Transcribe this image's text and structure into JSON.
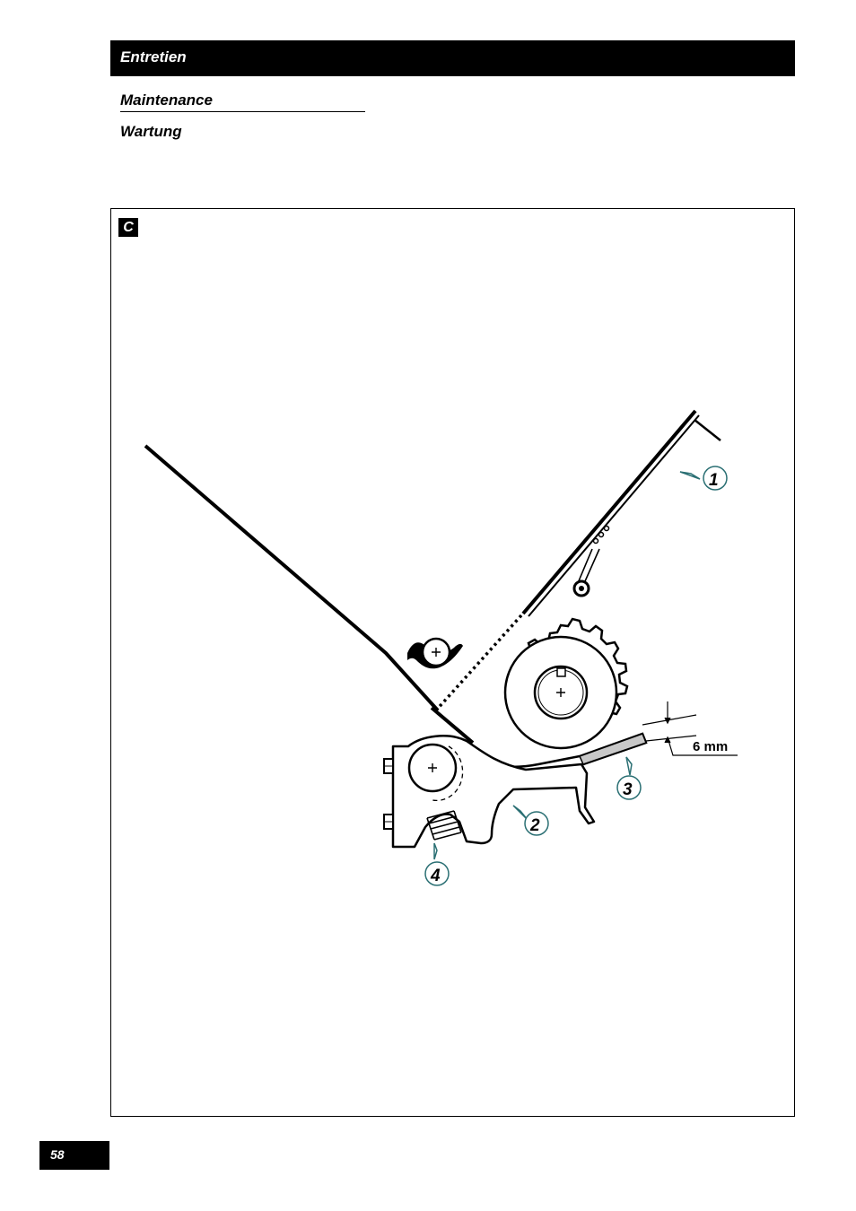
{
  "header": {
    "title": "Entretien"
  },
  "subtitles": {
    "en": "Maintenance",
    "de": "Wartung"
  },
  "figure": {
    "label": "C",
    "callouts": [
      "1",
      "2",
      "3",
      "4"
    ],
    "dimension": "6 mm"
  },
  "footer": {
    "page_number": "58"
  }
}
